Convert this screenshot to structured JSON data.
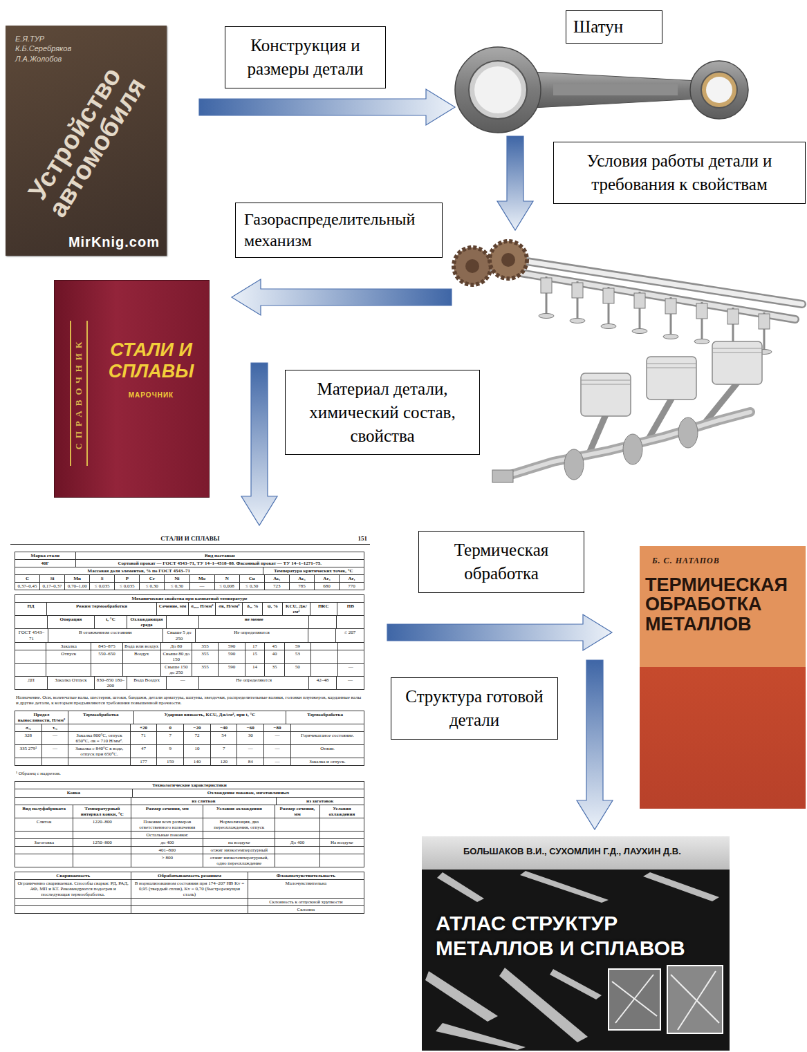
{
  "diagram": {
    "nodes": [
      {
        "text": [
          "Е.Я.ТУР К.Б.Серебряков Л.А.Жолобов",
          "Устройство автомобиля",
          "MirKnig.com"
        ]
      },
      {
        "text": [
          "Шатун"
        ]
      },
      {
        "text": [
          "Газораспределительный механизм"
        ]
      },
      {
        "text": [
          "СПРАВОЧНИК",
          "СТАЛИ И СПЛАВЫ",
          "МАРОЧНИК"
        ]
      },
      {
        "text": [
          "СТАЛИ И СПЛАВЫ",
          "151"
        ]
      },
      {
        "text": [
          "Б. С. НАТАПОВ",
          "ТЕРМИЧЕСКАЯ ОБРАБОТКА МЕТАЛЛОВ"
        ]
      },
      {
        "text": [
          "БОЛЬШАКОВ В.И., СУХОМЛИН Г.Д., ЛАУХИН Д.В.",
          "АТЛАС СТРУКТУР МЕТАЛЛОВ И СПЛАВОВ"
        ]
      }
    ],
    "edges": [
      {
        "from": 0,
        "to": 1,
        "arrow": "to",
        "label": "Конструкция и размеры детали"
      },
      {
        "from": 1,
        "to": 2,
        "arrow": "to",
        "label": "Условия работы детали и требования к свойствам"
      },
      {
        "from": 2,
        "to": 3,
        "arrow": "to"
      },
      {
        "from": 3,
        "to": 4,
        "arrow": "to",
        "label": "Материал детали, химический состав, свойства"
      },
      {
        "from": 4,
        "to": 5,
        "arrow": "to",
        "label": "Термическая обработка"
      },
      {
        "from": 5,
        "to": 6,
        "arrow": "to",
        "label": "Структура готовой детали"
      }
    ],
    "labels": [
      "Марка стали",
      "Вид поставки",
      "40Г",
      "Сортовой прокат — ГОСТ 4543–71, ТУ 14–1–4518–88. Фасонный прокат — ТУ 14–1–1271–75.",
      "Массовая доля элементов, % по ГОСТ 4543–71",
      "Температура критических точек, °С",
      "C",
      "Si",
      "Mn",
      "S",
      "P",
      "Cr",
      "Ni",
      "Mo",
      "N",
      "Cu",
      "Ac₁",
      "Ac₃",
      "Ar₃",
      "Ar₁",
      "0,37–0,45",
      "0,17–0,37",
      "0,70–1,00",
      "≤ 0,035",
      "≤ 0,035",
      "≤ 0,30",
      "≤ 0,30",
      "—",
      "≤ 0,008",
      "≤ 0,30",
      "723",
      "785",
      "680",
      "770",
      "Механические свойства при комнатной температуре",
      "НД",
      "Режим термообработки",
      "Сечение, мм",
      "σ₀,₂, Н/мм²",
      "σв, Н/мм²",
      "δ₅, %",
      "ψ, %",
      "KCU, Дж/см²",
      "HRC",
      "НВ",
      "Операция",
      "t, °С",
      "Охлаждающая среда",
      "не менее",
      "ГОСТ 4543–71",
      "В отожженном состоянии",
      "Свыше 5 до 250",
      "Не определяются",
      "≤ 207",
      "Закалка",
      "845–875",
      "Вода или воздух",
      "До 80",
      "355",
      "590",
      "17",
      "45",
      "59",
      "Отпуск",
      "550–650",
      "Воздух",
      "Свыше 80 до 150",
      "355",
      "590",
      "15",
      "40",
      "53",
      "Свыше 150 до 250",
      "355",
      "590",
      "14",
      "35",
      "50",
      "—",
      "ДП",
      "Закалка Отпуск",
      "830–850 180–200",
      "Вода Воздух",
      "—",
      "Не определяются",
      "42–48",
      "—",
      "Назначение. Оси, коленчатые валы, шестерни, штоки, бандажи, детали арматуры, шатуны, звездочки, распределительные валики, головки плунжеров, карданные валы и другие детали, к которым предъявляются требования повышенной прочности.",
      "Предел выносливости, Н/мм²",
      "Термообработка",
      "Ударная вязкость, KCU, Дж/см², при t, °С",
      "Термообработка",
      "σ₋₁",
      "τ₋₁",
      "+20",
      "0",
      "−20",
      "−40",
      "−60",
      "−80",
      "328",
      "—",
      "Закалка 800°С, отпуск 650°С, σв = 710 Н/мм².",
      "71",
      "7",
      "72",
      "54",
      "30",
      "—",
      "Горячекатаное состояние.",
      "335 279¹",
      "—",
      "Закалка с 840°С в воде, отпуск при 650°С.",
      "47",
      "9",
      "10",
      "7",
      "—",
      "—",
      "Отжиг.",
      "177",
      "159",
      "140",
      "120",
      "84",
      "—",
      "Закалка и отпуск.",
      "¹ Образец с надрезом.",
      "Технологические характеристики",
      "Ковка",
      "Охлаждение поковок, изготовленных",
      "из слитков",
      "из заготовок",
      "Вид полуфабриката",
      "Температурный интервал ковки, °С",
      "Размер сечения, мм",
      "Условия охлаждения",
      "Размер сечения, мм",
      "Условия охлаждения",
      "Слиток",
      "1220–800",
      "Поковки всех размеров ответственного назначения",
      "Нормализация, два переохлаждения, отпуск",
      "Остальные поковки:",
      "Заготовка",
      "1250–800",
      "до 400",
      "на воздухе",
      "До 400",
      "На воздухе",
      "401–800",
      "отжиг низкотемпературный",
      "> 800",
      "отжиг низкотемпературный, одно переохлаждение",
      "Свариваемость",
      "Обрабатываемость резанием",
      "Флокеночувствительность",
      "Ограниченно свариваемая. Способы сварки: РД, РАД, АФ, МП и КТ. Рекомендуются подогрев и последующая термообработка.",
      "В нормализованном состоянии при 174–207 НВ Kv = 0,95 (твердый сплав), Kv = 0,70 (быстрорежущая сталь)",
      "Малочувствительна",
      "Склонность к отпускной хрупкости",
      "Склонна"
    ]
  }
}
